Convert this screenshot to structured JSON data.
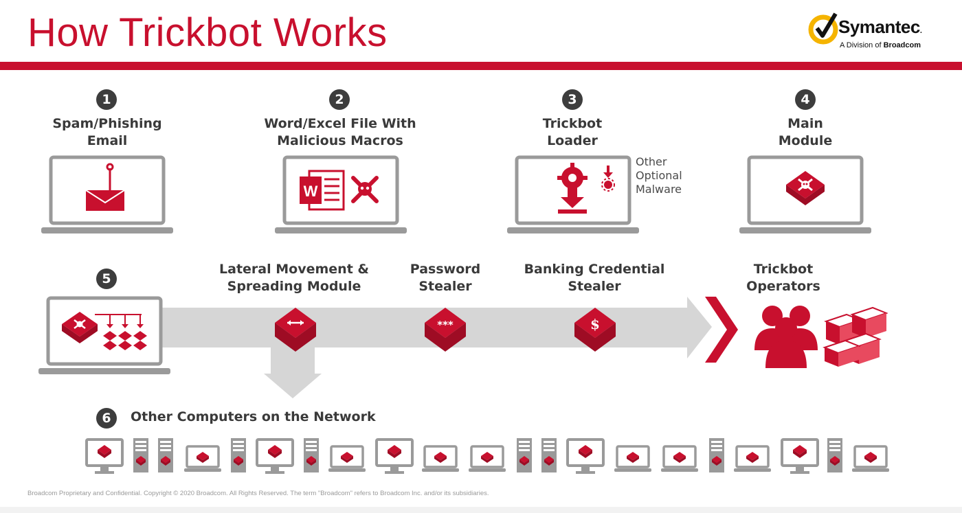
{
  "title": "How Trickbot Works",
  "logo": {
    "brand": "Symantec",
    "division_prefix": "A Division of ",
    "division_name": "Broadcom"
  },
  "colors": {
    "accent": "#c8102e",
    "dark": "#3d3d3d",
    "gray": "#9a9a9a",
    "light_gray": "#d6d6d6"
  },
  "steps": [
    {
      "number": "1",
      "line1": "Spam/Phishing",
      "line2": "Email",
      "icon": "phishing-email-icon"
    },
    {
      "number": "2",
      "line1": "Word/Excel File With",
      "line2": "Malicious Macros",
      "icon": "word-document-icon"
    },
    {
      "number": "3",
      "line1": "Trickbot",
      "line2": "Loader",
      "icon": "loader-download-icon"
    },
    {
      "number": "4",
      "line1": "Main",
      "line2": "Module",
      "icon": "main-module-icon"
    },
    {
      "number": "5"
    },
    {
      "number": "6"
    }
  ],
  "other_malware": {
    "line1": "Other",
    "line2": "Optional",
    "line3": "Malware"
  },
  "modules": [
    {
      "line1": "Lateral Movement &",
      "line2": "Spreading Module",
      "icon": "arrows-module-icon"
    },
    {
      "line1": "Password",
      "line2": "Stealer",
      "icon": "password-module-icon",
      "glyph": "***"
    },
    {
      "line1": "Banking Credential",
      "line2": "Stealer",
      "icon": "dollar-module-icon",
      "glyph": "$"
    },
    {
      "line1": "Trickbot",
      "line2": "Operators",
      "icon": "operators-icon"
    }
  ],
  "network_label": "Other Computers on the Network",
  "footer": "Broadcom Proprietary and Confidential.  Copyright © 2020 Broadcom.  All Rights Reserved. The term \"Broadcom\" refers to Broadcom Inc. and/or its subsidiaries."
}
